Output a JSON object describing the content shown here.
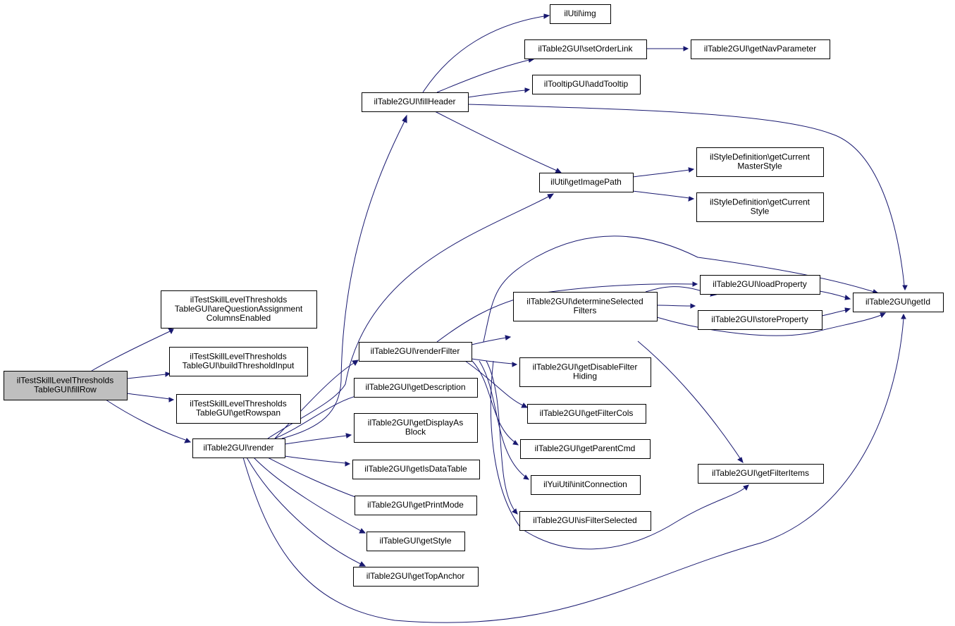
{
  "graph": {
    "colors": {
      "edge": "#191970",
      "node_fill": "#ffffff",
      "root_fill": "#bfbfbf",
      "border": "#000000"
    },
    "nodes": {
      "fillRow": [
        "ilTestSkillLevelThresholds",
        "TableGUI\\fillRow"
      ],
      "areQ": [
        "ilTestSkillLevelThresholds",
        "TableGUI\\areQuestionAssignment",
        "ColumnsEnabled"
      ],
      "buildTI": [
        "ilTestSkillLevelThresholds",
        "TableGUI\\buildThresholdInput"
      ],
      "getRowspan": [
        "ilTestSkillLevelThresholds",
        "TableGUI\\getRowspan"
      ],
      "render": [
        "ilTable2GUI\\render"
      ],
      "img": [
        "ilUtil\\img"
      ],
      "setOrderLink": [
        "ilTable2GUI\\setOrderLink"
      ],
      "getNavParameter": [
        "ilTable2GUI\\getNavParameter"
      ],
      "addTooltip": [
        "ilTooltipGUI\\addTooltip"
      ],
      "fillHeader": [
        "ilTable2GUI\\fillHeader"
      ],
      "getCurMaster": [
        "ilStyleDefinition\\getCurrent",
        "MasterStyle"
      ],
      "getImagePath": [
        "ilUtil\\getImagePath"
      ],
      "getCurStyle": [
        "ilStyleDefinition\\getCurrent",
        "Style"
      ],
      "loadProperty": [
        "ilTable2GUI\\loadProperty"
      ],
      "getId": [
        "ilTable2GUI\\getId"
      ],
      "determineSF": [
        "ilTable2GUI\\determineSelected",
        "Filters"
      ],
      "storeProperty": [
        "ilTable2GUI\\storeProperty"
      ],
      "renderFilter": [
        "ilTable2GUI\\renderFilter"
      ],
      "getDisableFH": [
        "ilTable2GUI\\getDisableFilter",
        "Hiding"
      ],
      "getDescription": [
        "ilTable2GUI\\getDescription"
      ],
      "getFilterCols": [
        "ilTable2GUI\\getFilterCols"
      ],
      "getDisplayAsBlock": [
        "ilTable2GUI\\getDisplayAs",
        "Block"
      ],
      "getParentCmd": [
        "ilTable2GUI\\getParentCmd"
      ],
      "getIsDataTable": [
        "ilTable2GUI\\getIsDataTable"
      ],
      "getFilterItems": [
        "ilTable2GUI\\getFilterItems"
      ],
      "initConnection": [
        "ilYuiUtil\\initConnection"
      ],
      "getPrintMode": [
        "ilTable2GUI\\getPrintMode"
      ],
      "isFilterSelected": [
        "ilTable2GUI\\isFilterSelected"
      ],
      "getStyle": [
        "ilTableGUI\\getStyle"
      ],
      "getTopAnchor": [
        "ilTable2GUI\\getTopAnchor"
      ]
    },
    "edges": [
      [
        "fillRow",
        "areQ"
      ],
      [
        "fillRow",
        "buildTI"
      ],
      [
        "fillRow",
        "getRowspan"
      ],
      [
        "fillRow",
        "render"
      ],
      [
        "render",
        "fillHeader"
      ],
      [
        "render",
        "getImagePath"
      ],
      [
        "render",
        "renderFilter"
      ],
      [
        "render",
        "getDescription"
      ],
      [
        "render",
        "getDisplayAsBlock"
      ],
      [
        "render",
        "getIsDataTable"
      ],
      [
        "render",
        "getPrintMode"
      ],
      [
        "render",
        "getStyle"
      ],
      [
        "render",
        "getTopAnchor"
      ],
      [
        "render",
        "getId"
      ],
      [
        "fillHeader",
        "img"
      ],
      [
        "fillHeader",
        "setOrderLink"
      ],
      [
        "fillHeader",
        "addTooltip"
      ],
      [
        "fillHeader",
        "getImagePath"
      ],
      [
        "fillHeader",
        "getId"
      ],
      [
        "setOrderLink",
        "getNavParameter"
      ],
      [
        "getImagePath",
        "getCurMaster"
      ],
      [
        "getImagePath",
        "getCurStyle"
      ],
      [
        "renderFilter",
        "getId"
      ],
      [
        "renderFilter",
        "loadProperty"
      ],
      [
        "renderFilter",
        "determineSF"
      ],
      [
        "renderFilter",
        "getDisableFH"
      ],
      [
        "renderFilter",
        "getFilterCols"
      ],
      [
        "renderFilter",
        "getParentCmd"
      ],
      [
        "renderFilter",
        "initConnection"
      ],
      [
        "renderFilter",
        "isFilterSelected"
      ],
      [
        "renderFilter",
        "getFilterItems"
      ],
      [
        "determineSF",
        "loadProperty"
      ],
      [
        "determineSF",
        "storeProperty"
      ],
      [
        "determineSF",
        "getId"
      ],
      [
        "determineSF",
        "getFilterItems"
      ],
      [
        "loadProperty",
        "getId"
      ],
      [
        "storeProperty",
        "getId"
      ]
    ]
  }
}
